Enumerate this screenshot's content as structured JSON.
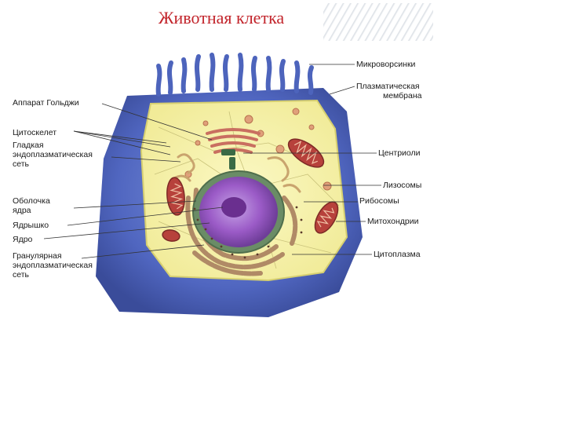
{
  "title": "Животная клетка",
  "labels_left": {
    "golgi": "Аппарат Гольджи",
    "cytoskeleton": "Цитоскелет",
    "smooth_er_1": "Гладкая",
    "smooth_er_2": "эндоплазматическая",
    "smooth_er_3": "сеть",
    "nuclear_envelope_1": "Оболочка",
    "nuclear_envelope_2": "ядра",
    "nucleolus": "Ядрышко",
    "nucleus": "Ядро",
    "rough_er_1": "Гранулярная",
    "rough_er_2": "эндоплазматическая",
    "rough_er_3": "сеть"
  },
  "labels_right": {
    "microvilli": "Микроворсинки",
    "membrane_1": "Плазматическая",
    "membrane_2": "мембрана",
    "centrioles": "Центриоли",
    "lysosomes": "Лизосомы",
    "ribosomes": "Рибосомы",
    "mitochondria": "Митохондрии",
    "cytoplasm": "Цитоплазма"
  },
  "colors": {
    "title": "#c2242b",
    "outer_cell": "#4a62b8",
    "cytoplasm": "#f6f2a8",
    "nucleus": "#8a3fae",
    "mitochondria": "#b9403c",
    "golgi": "#d98b76",
    "er": "#c9a98a"
  }
}
